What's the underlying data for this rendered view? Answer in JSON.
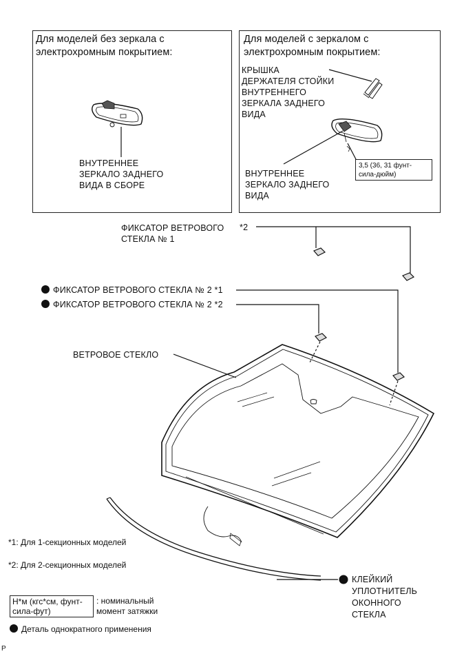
{
  "left_panel": {
    "title": "Для моделей  без зеркала с\nэлектрохромным покрытием:",
    "mirror_label": "ВНУТРЕННЕЕ\nЗЕРКАЛО ЗАДНЕГО\nВИДА В СБОРЕ"
  },
  "right_panel": {
    "title": "Для моделей с зеркалом с\nэлектрохромным покрытием:",
    "cover_label": "КРЫШКА\nДЕРЖАТЕЛЯ СТОЙКИ\nВНУТРЕННЕГО\nЗЕРКАЛА ЗАДНЕГО\nВИДА",
    "mirror_label": "ВНУТРЕННЕЕ\nЗЕРКАЛО ЗАДНЕГО\nВИДА",
    "torque": "3,5 (36, 31 фунт-\nсила-дюйм)"
  },
  "parts": {
    "clip1_label": "ФИКСАТОР ВЕТРОВОГО\nСТЕКЛА № 1",
    "clip1_note": "*2",
    "clip2_label_a": "ФИКСАТОР ВЕТРОВОГО СТЕКЛА № 2 *1",
    "clip2_label_b": "ФИКСАТОР ВЕТРОВОГО СТЕКЛА № 2 *2",
    "windshield_label": "ВЕТРОВОЕ СТЕКЛО",
    "sealer_label": "КЛЕЙКИЙ\nУПЛОТНИТЕЛЬ\nОКОННОГО\nСТЕКЛА"
  },
  "notes": {
    "note1": "*1: Для 1-секционных моделей",
    "note2": "*2: Для 2-секционных моделей"
  },
  "legend": {
    "torque_unit": "Н*м (кгс*см, фунт-\nсила-фут)",
    "torque_desc": ": номинальный\nмомент затяжки",
    "non_reusable": "Деталь однократного применения"
  },
  "corner_mark": "P"
}
